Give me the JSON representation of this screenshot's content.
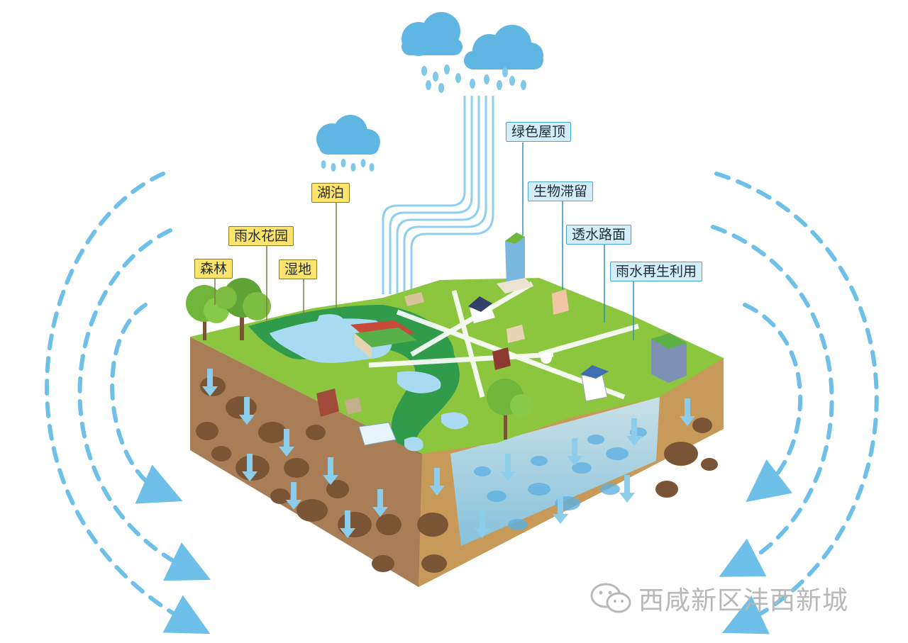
{
  "labels": {
    "forest": "森林",
    "rain_garden": "雨水花园",
    "wetland": "湿地",
    "lake": "湖泊",
    "green_roof": "绿色屋顶",
    "bioretention": "生物滞留",
    "permeable_pavement": "透水路面",
    "rainwater_reuse": "雨水再生利用"
  },
  "watermark": {
    "text": "西咸新区沣西新城",
    "icon": "wechat-icon"
  },
  "colors": {
    "label_yellow": "#ffe46b",
    "label_blue": "#d3eefa",
    "rain": "#7ec8ea",
    "grass": "#8cc63f",
    "soil": "#a97d55",
    "water": "#9fd6ef"
  }
}
